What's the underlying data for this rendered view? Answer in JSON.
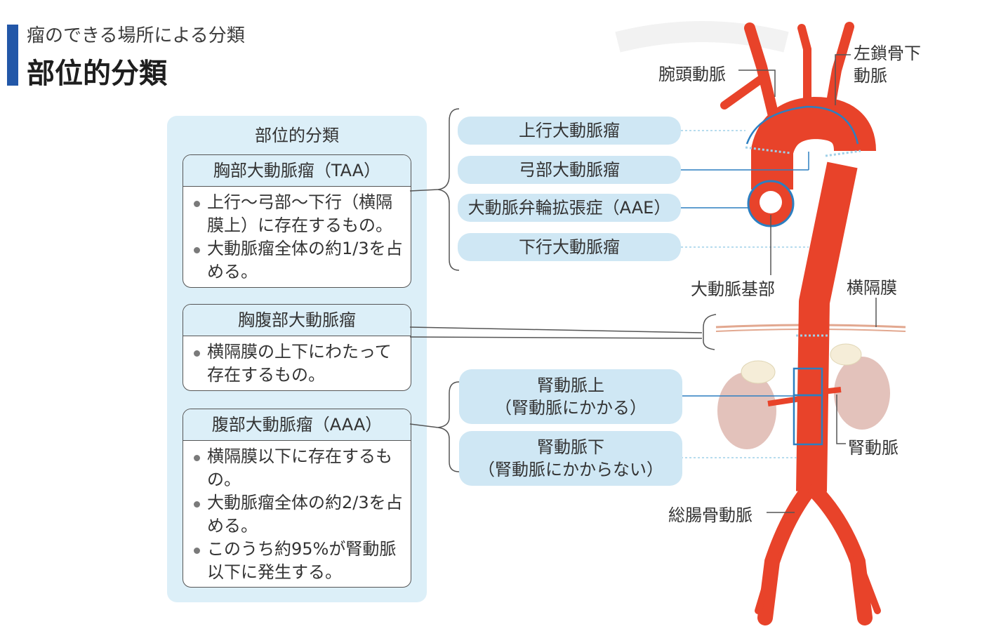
{
  "header": {
    "subtitle": "瘤のできる場所による分類",
    "title": "部位的分類"
  },
  "panel": {
    "title": "部位的分類",
    "categories": [
      {
        "name": "胸部大動脈瘤（TAA）",
        "bullets": [
          "上行〜弓部〜下行（横隔膜上）に存在するもの。",
          "大動脈瘤全体の約1/3を占める。"
        ]
      },
      {
        "name": "胸腹部大動脈瘤",
        "bullets": [
          "横隔膜の上下にわたって存在するもの。"
        ]
      },
      {
        "name": "腹部大動脈瘤（AAA）",
        "bullets": [
          "横隔膜以下に存在するもの。",
          "大動脈瘤全体の約2/3を占める。",
          "このうち約95%が腎動脈以下に発生する。"
        ]
      }
    ]
  },
  "subtypes": {
    "ascending": "上行大動脈瘤",
    "arch": "弓部大動脈瘤",
    "aae": "大動脈弁輪拡張症（AAE）",
    "descending": "下行大動脈瘤",
    "suprarenal_line1": "腎動脈上",
    "suprarenal_line2": "（腎動脈にかかる）",
    "infrarenal_line1": "腎動脈下",
    "infrarenal_line2": "（腎動脈にかからない）"
  },
  "anatomy": {
    "brachiocephalic": "腕頭動脈",
    "left_subclavian_line1": "左鎖骨下",
    "left_subclavian_line2": "動脈",
    "aortic_root": "大動脈基部",
    "diaphragm": "横隔膜",
    "renal_artery": "腎動脈",
    "common_iliac": "総腸骨動脈"
  },
  "colors": {
    "aorta": "#e8432a",
    "outline_blue": "#2c7fc1",
    "panel_bg": "#dceff8",
    "pill_bg": "#cfe7f4",
    "header_bar": "#2257a8",
    "kidney": "#e3c2bb"
  }
}
